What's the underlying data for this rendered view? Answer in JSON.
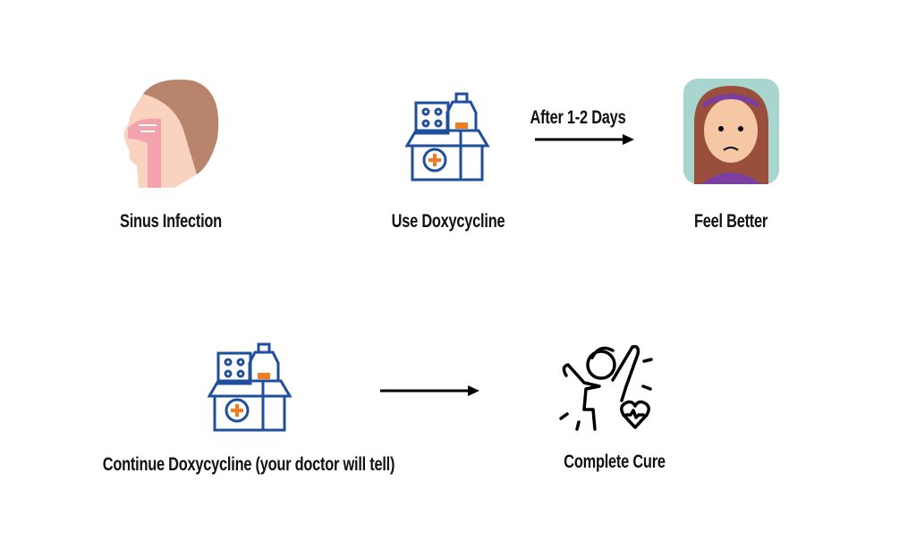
{
  "steps": {
    "sinus": "Sinus Infection",
    "use": "Use Doxycycline",
    "after": "After 1-2 Days",
    "better": "Feel Better",
    "continue": "Continue Doxycycline (your doctor will tell)",
    "cure": "Complete Cure"
  },
  "colors": {
    "blue": "#1f4e9c",
    "orange": "#f07b22",
    "skin": "#f9d2c0",
    "hair": "#b9846c",
    "pink": "#f4a3ae",
    "teal": "#a8d6cf"
  }
}
